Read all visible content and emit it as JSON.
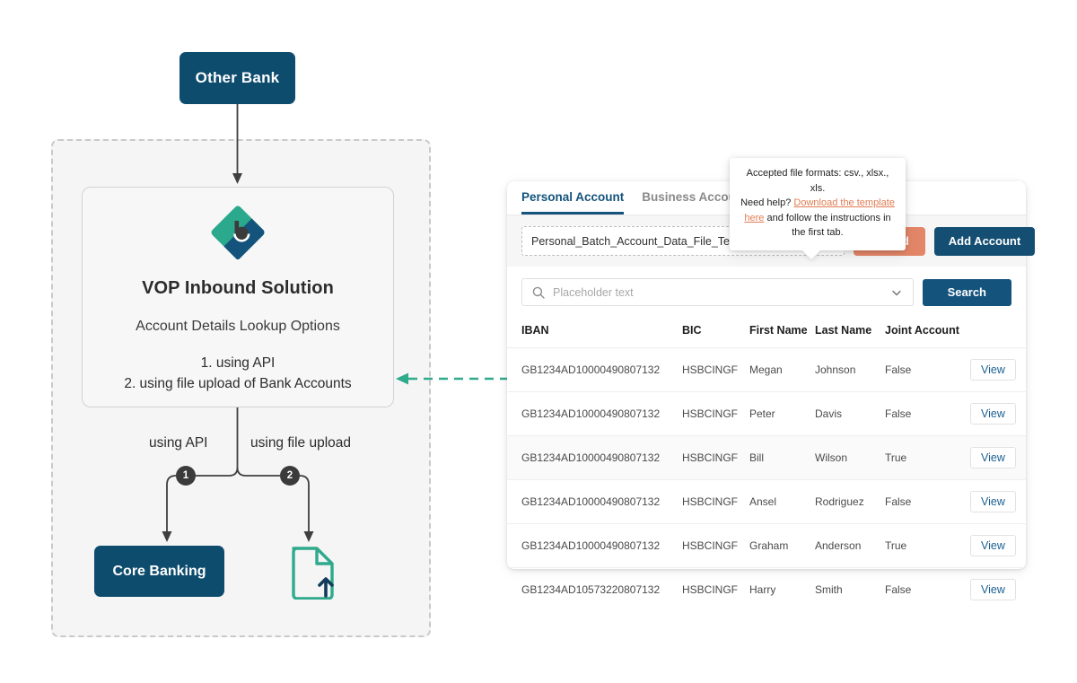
{
  "diagram": {
    "other_bank_label": "Other Bank",
    "vop": {
      "logo_name": "backbase-b-logo",
      "title": "VOP Inbound Solution",
      "subtitle": "Account Details Lookup Options",
      "option_1": "1. using API",
      "option_2": "2. using file upload of Bank Accounts"
    },
    "branch_label_api": "using API",
    "branch_label_upload": "using file upload",
    "badge_1": "1",
    "badge_2": "2",
    "core_banking_label": "Core Banking",
    "file_upload_icon_name": "file-upload-icon",
    "colors": {
      "navy": "#0E4C6E",
      "teal": "#2FA58C",
      "badge": "#3B3B3B",
      "dashed_border": "#C9C9C9",
      "panel_bg": "#F5F5F5"
    }
  },
  "tooltip": {
    "line_1": "Accepted file formats: csv., xlsx., xls.",
    "line_2_prefix": "Need help?",
    "link_text": "Download the template here",
    "line_2_suffix": "and follow the instructions in the first tab.",
    "link_color": "#E07B52"
  },
  "panel": {
    "tabs": [
      {
        "label": "Personal Account",
        "active": true
      },
      {
        "label": "Business Account",
        "active": false
      }
    ],
    "upload_row": {
      "file_name": "Personal_Batch_Account_Data_File_Template.csv",
      "clear_icon_name": "close-icon",
      "help_icon_name": "question-circle-icon",
      "upload_label": "Upload",
      "add_account_label": "Add Account",
      "upload_color": "#E38668",
      "add_account_color": "#144F73"
    },
    "search": {
      "placeholder": "Placeholder text",
      "search_icon_name": "search-icon",
      "chevron_icon_name": "chevron-down-icon",
      "search_label": "Search"
    },
    "table": {
      "columns": [
        "IBAN",
        "BIC",
        "First Name",
        "Last Name",
        "Joint Account",
        ""
      ],
      "view_label": "View",
      "rows": [
        {
          "iban": "GB1234AD10000490807132",
          "bic": "HSBCINGF",
          "first_name": "Megan",
          "last_name": "Johnson",
          "joint_account": "False",
          "highlight": false
        },
        {
          "iban": "GB1234AD10000490807132",
          "bic": "HSBCINGF",
          "first_name": "Peter",
          "last_name": "Davis",
          "joint_account": "False",
          "highlight": false
        },
        {
          "iban": "GB1234AD10000490807132",
          "bic": "HSBCINGF",
          "first_name": "Bill",
          "last_name": "Wilson",
          "joint_account": "True",
          "highlight": true
        },
        {
          "iban": "GB1234AD10000490807132",
          "bic": "HSBCINGF",
          "first_name": "Ansel",
          "last_name": "Rodriguez",
          "joint_account": "False",
          "highlight": false
        },
        {
          "iban": "GB1234AD10000490807132",
          "bic": "HSBCINGF",
          "first_name": "Graham",
          "last_name": "Anderson",
          "joint_account": "True",
          "highlight": false
        },
        {
          "iban": "GB1234AD10573220807132",
          "bic": "HSBCINGF",
          "first_name": "Harry",
          "last_name": "Smith",
          "joint_account": "False",
          "highlight": false
        }
      ]
    }
  }
}
